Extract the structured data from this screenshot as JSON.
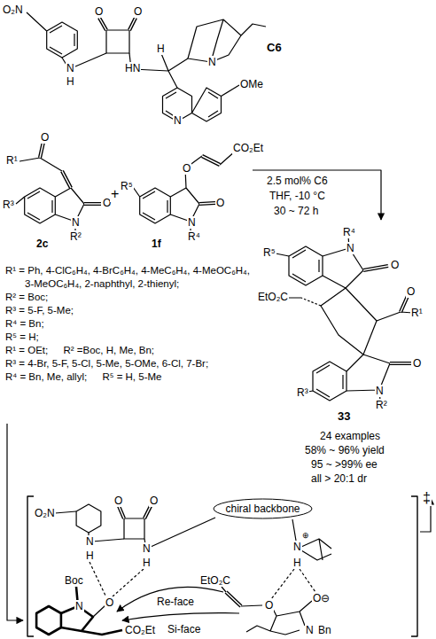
{
  "diagram": {
    "nodes": [
      {
        "text": [
          "chiral backbone"
        ]
      }
    ],
    "labels": [
      "O₂N",
      "O",
      "O",
      "N",
      "H",
      "HN",
      "H",
      "N",
      "OMe",
      "N",
      "C6",
      "R¹",
      "O",
      "R³",
      "N",
      "O",
      "R²",
      "2c",
      "+",
      "O",
      "CO₂Et",
      "R⁵",
      "N",
      "O",
      "R⁴",
      "1f",
      "2.5 mol% C6",
      "THF, -10 °C",
      "30 ~ 72 h",
      "R⁴",
      "N",
      "R⁵",
      "O",
      "EtO₂C",
      "O",
      "R¹",
      "R³",
      "O",
      "N",
      "R²",
      "33",
      "24 examples",
      "58% ~ 96% yield",
      "95 ~ >99% ee",
      "all > 20:1 dr",
      "R¹ = Ph, 4-ClC₆H₄, 4-BrC₆H₄, 4-MeC₆H₄, 4-MeOC₆H₄, 3-MeOC₆H₄, 2-naphthyl, 2-thienyl;",
      "R² = Boc;",
      "R³ = 5-F, 5-Me;",
      "R⁴ = Bn;",
      "R⁵ = H;",
      "R¹ = OEt;",
      "R² =Boc, H, Me, Bn;",
      "R³ = 4-Br, 5-F, 5-Cl, 5-Me, 5-OMe, 6-Cl, 7-Br;",
      "R⁴ = Bn, Me, allyl;",
      "R⁵ = H, 5-Me",
      "O₂N",
      "O",
      "O",
      "N",
      "H",
      "N",
      "H",
      "⊕",
      "N",
      "H",
      "Boc",
      "N",
      "O",
      "CO₂Et",
      "EtO₂C",
      "Re-face",
      "Si-face",
      "O",
      "O⊖",
      "N",
      "Bn",
      "‡"
    ]
  }
}
